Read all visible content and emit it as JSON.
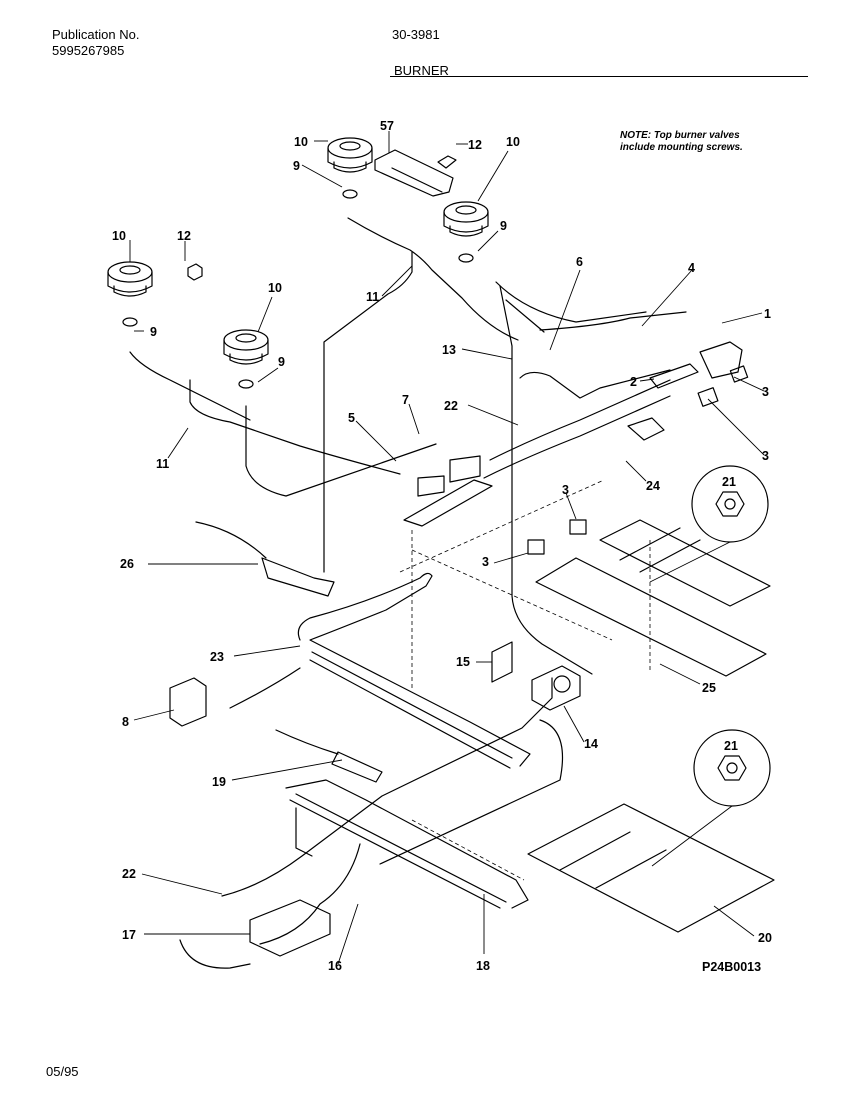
{
  "header": {
    "publication_label": "Publication No.",
    "publication_number": "5995267985",
    "page_code": "30-3981",
    "section_title": "BURNER"
  },
  "note": {
    "line1": "NOTE: Top burner valves",
    "line2": "include mounting screws."
  },
  "callouts": [
    "10",
    "57",
    "12",
    "10",
    "9",
    "9",
    "10",
    "12",
    "10",
    "9",
    "9",
    "11",
    "6",
    "4",
    "1",
    "13",
    "2",
    "3",
    "22",
    "7",
    "5",
    "3",
    "11",
    "24",
    "3",
    "21",
    "3",
    "26",
    "23",
    "15",
    "25",
    "8",
    "14",
    "19",
    "21",
    "22",
    "17",
    "16",
    "18",
    "20"
  ],
  "figure_code": "P24B0013",
  "date": "05/95"
}
